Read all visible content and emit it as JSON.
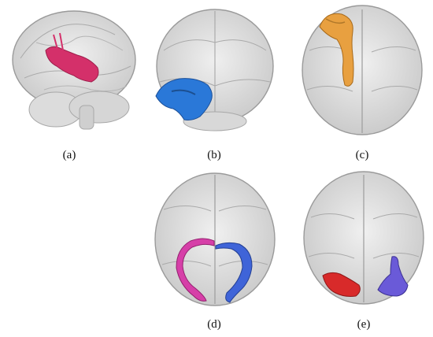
{
  "figure": {
    "panels": [
      {
        "label": "(a)",
        "view": "lateral",
        "tract_color": "#d4306a"
      },
      {
        "label": "(b)",
        "view": "posterior",
        "tract_color": "#2a78d8"
      },
      {
        "label": "(c)",
        "view": "superior",
        "tract_color": "#e8a040"
      },
      {
        "label": "(d)",
        "view": "inferior",
        "tract_colors": [
          "#d63fa8",
          "#3f64d8"
        ]
      },
      {
        "label": "(e)",
        "view": "superior",
        "tract_colors": [
          "#d82a2a",
          "#6a5ad8"
        ]
      }
    ]
  }
}
